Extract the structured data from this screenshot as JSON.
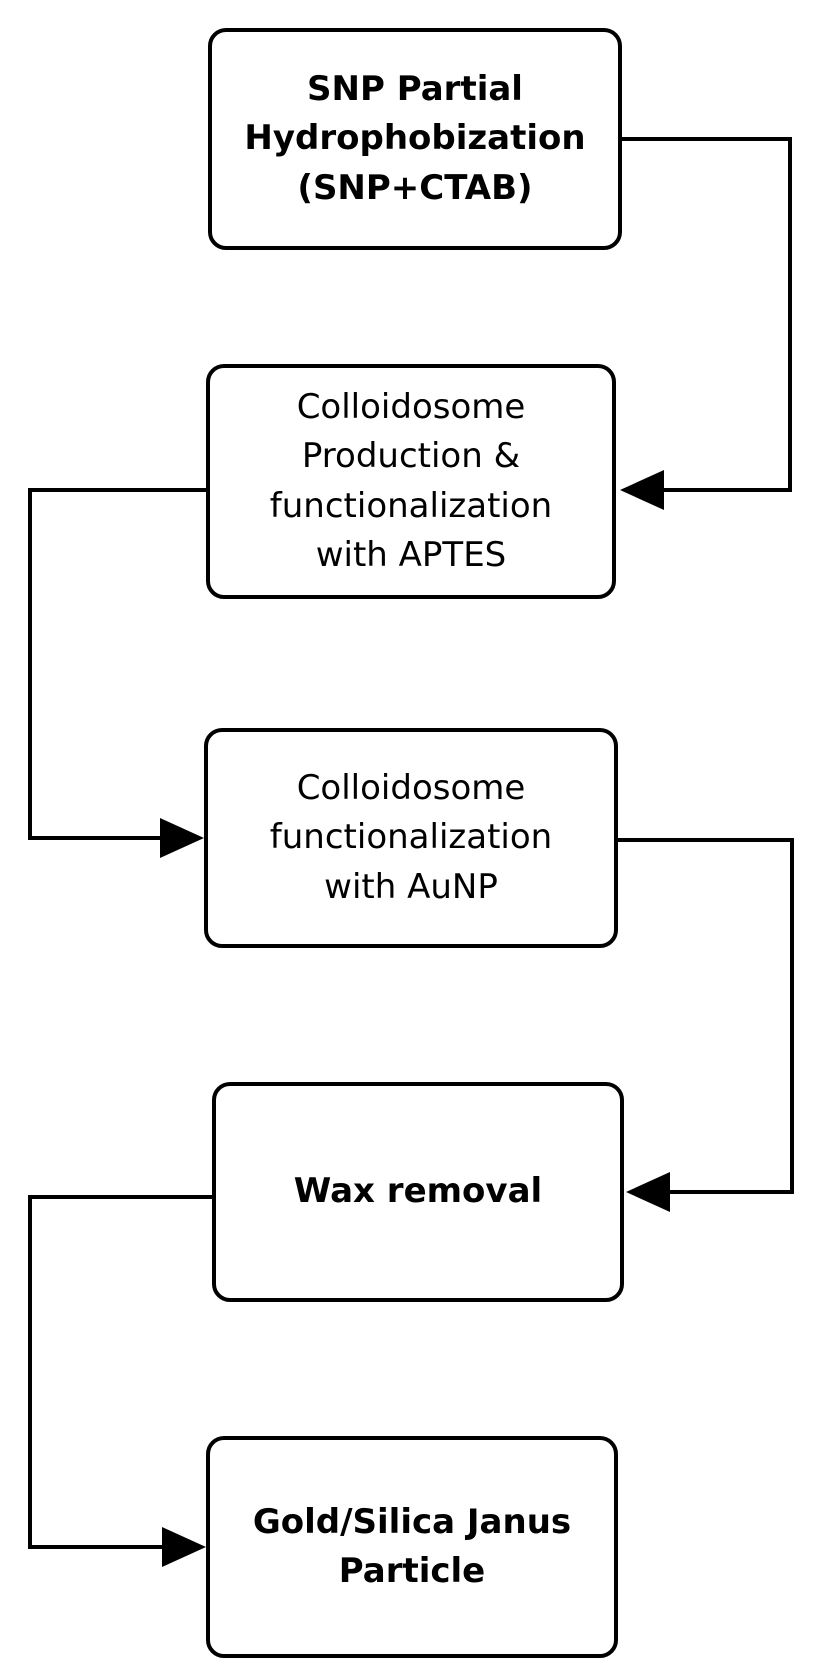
{
  "flowchart": {
    "steps": [
      {
        "id": "n1",
        "lines": [
          "SNP Partial",
          "Hydrophobization",
          "(SNP+CTAB)"
        ]
      },
      {
        "id": "n2",
        "lines": [
          "Colloidosome",
          "Production &",
          "functionalization",
          "with APTES"
        ]
      },
      {
        "id": "n3",
        "lines": [
          "Colloidosome",
          "functionalization",
          "with AuNP"
        ]
      },
      {
        "id": "n4",
        "lines": [
          "Wax removal"
        ]
      },
      {
        "id": "n5",
        "lines": [
          "Gold/Silica Janus",
          "Particle"
        ]
      }
    ],
    "colors": {
      "stroke": "#000000",
      "fill": "#ffffff",
      "text": "#000000"
    }
  }
}
